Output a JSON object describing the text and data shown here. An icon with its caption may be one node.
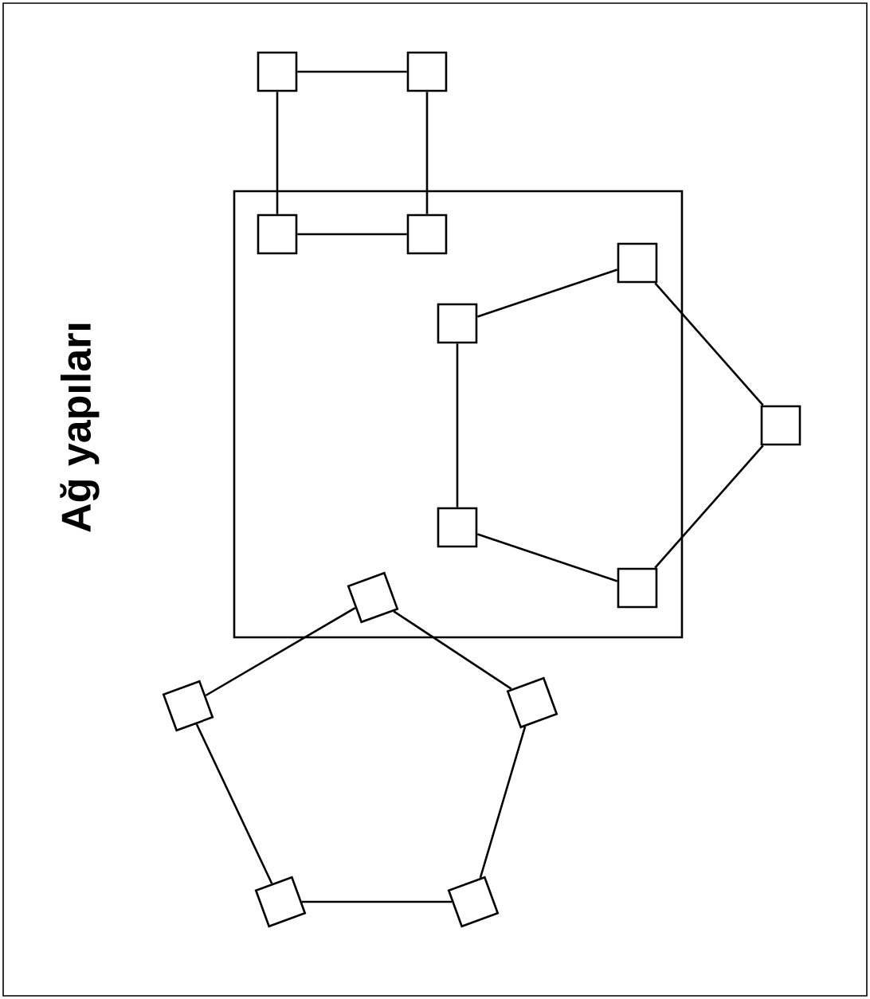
{
  "diagram": {
    "title": "Ağ yapıları",
    "nodes": [
      {
        "text": [],
        "shape": "box"
      },
      {
        "text": [],
        "shape": "box"
      },
      {
        "text": [],
        "shape": "box"
      },
      {
        "text": [],
        "shape": "box"
      },
      {
        "text": [],
        "shape": "box"
      },
      {
        "text": [],
        "shape": "box"
      },
      {
        "text": [],
        "shape": "box"
      },
      {
        "text": [],
        "shape": "box"
      },
      {
        "text": [],
        "shape": "box"
      },
      {
        "text": [],
        "shape": "box"
      },
      {
        "text": [],
        "shape": "box"
      },
      {
        "text": [],
        "shape": "box"
      },
      {
        "text": [],
        "shape": "box"
      },
      {
        "text": [],
        "shape": "box"
      }
    ],
    "edges": [
      {
        "from": 0,
        "to": 1,
        "arrow": "none"
      },
      {
        "from": 0,
        "to": 2,
        "arrow": "none"
      },
      {
        "from": 1,
        "to": 3,
        "arrow": "none"
      },
      {
        "from": 2,
        "to": 3,
        "arrow": "none"
      },
      {
        "from": 4,
        "to": 5,
        "arrow": "none"
      },
      {
        "from": 5,
        "to": 6,
        "arrow": "none"
      },
      {
        "from": 6,
        "to": 7,
        "arrow": "none"
      },
      {
        "from": 7,
        "to": 8,
        "arrow": "none"
      },
      {
        "from": 8,
        "to": 4,
        "arrow": "none"
      },
      {
        "from": 9,
        "to": 10,
        "arrow": "none"
      },
      {
        "from": 10,
        "to": 11,
        "arrow": "none"
      },
      {
        "from": 11,
        "to": 12,
        "arrow": "none"
      },
      {
        "from": 12,
        "to": 13,
        "arrow": "none"
      },
      {
        "from": 13,
        "to": 9,
        "arrow": "none"
      }
    ]
  }
}
